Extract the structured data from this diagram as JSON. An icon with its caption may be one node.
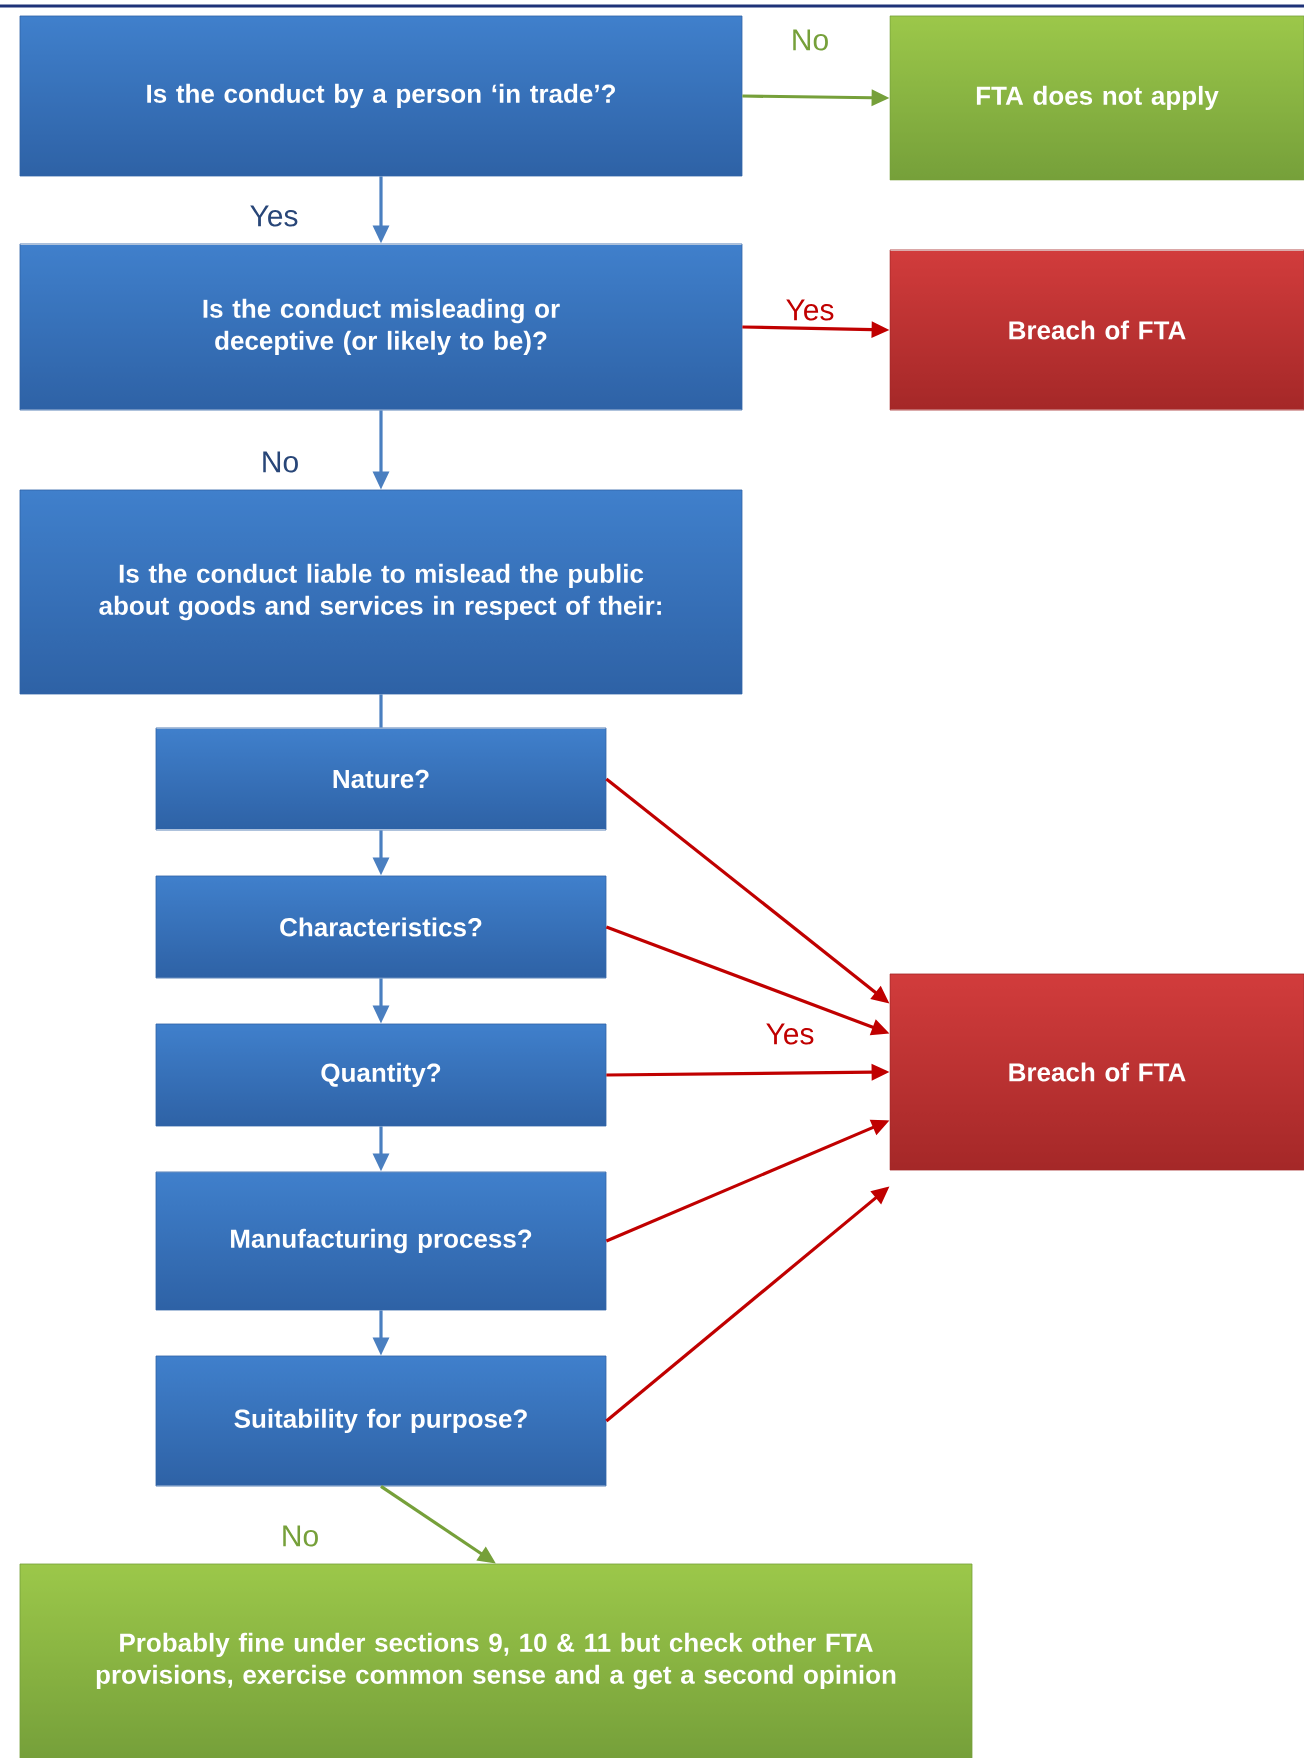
{
  "diagram": {
    "nodes": [
      {
        "text": [
          "Is the conduct by a person ‘in trade’?"
        ]
      },
      {
        "text": [
          "FTA does not apply"
        ]
      },
      {
        "text": [
          "Is the conduct misleading or deceptive (or likely to be)?"
        ]
      },
      {
        "text": [
          "Breach of FTA"
        ]
      },
      {
        "text": [
          "Is the conduct liable to mislead the public about goods and services in respect of their:"
        ]
      },
      {
        "text": [
          "Nature?"
        ]
      },
      {
        "text": [
          "Characteristics?"
        ]
      },
      {
        "text": [
          "Quantity?"
        ]
      },
      {
        "text": [
          "Manufacturing process?"
        ]
      },
      {
        "text": [
          "Suitability for purpose?"
        ]
      },
      {
        "text": [
          "Breach of FTA"
        ]
      },
      {
        "text": [
          "Probably fine under sections 9, 10 & 11 but check other FTA provisions, exercise common sense and a get a second opinion"
        ]
      }
    ],
    "edges": [
      {
        "from": 0,
        "to": 1,
        "arrow": "to",
        "label": "No",
        "color": "#76a03a"
      },
      {
        "from": 0,
        "to": 2,
        "arrow": "to",
        "label": "Yes"
      },
      {
        "from": 2,
        "to": 3,
        "arrow": "to",
        "label": "Yes",
        "color": "#c00000"
      },
      {
        "from": 2,
        "to": 4,
        "arrow": "to",
        "label": "No"
      },
      {
        "from": 4,
        "to": 5,
        "arrow": "none"
      },
      {
        "from": 5,
        "to": 6,
        "arrow": "to"
      },
      {
        "from": 6,
        "to": 7,
        "arrow": "to"
      },
      {
        "from": 7,
        "to": 8,
        "arrow": "to"
      },
      {
        "from": 8,
        "to": 9,
        "arrow": "to"
      },
      {
        "from": 5,
        "to": 10,
        "arrow": "to",
        "color": "#c00000"
      },
      {
        "from": 6,
        "to": 10,
        "arrow": "to",
        "color": "#c00000"
      },
      {
        "from": 7,
        "to": 10,
        "arrow": "to",
        "label": "Yes",
        "color": "#c00000"
      },
      {
        "from": 8,
        "to": 10,
        "arrow": "to",
        "color": "#c00000"
      },
      {
        "from": 9,
        "to": 10,
        "arrow": "to",
        "color": "#c00000"
      },
      {
        "from": 9,
        "to": 11,
        "arrow": "to",
        "label": "No",
        "color": "#76a03a"
      }
    ]
  }
}
